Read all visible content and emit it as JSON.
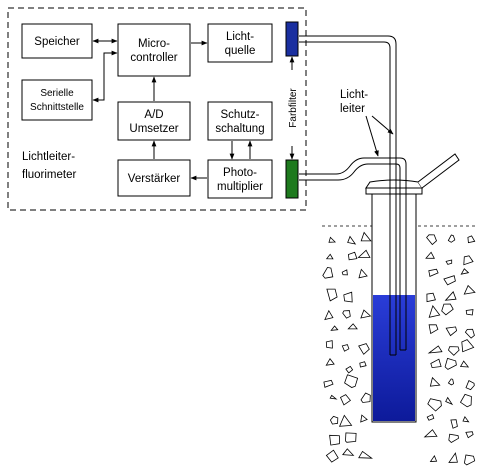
{
  "blocks": {
    "speicher": "Speicher",
    "seriell_1": "Serielle",
    "seriell_2": "Schnittstelle",
    "micro_1": "Micro-",
    "micro_2": "controller",
    "licht_1": "Licht-",
    "licht_2": "quelle",
    "ad_1": "A/D",
    "ad_2": "Umsetzer",
    "schutz_1": "Schutz-",
    "schutz_2": "schaltung",
    "verstaerker": "Verstärker",
    "photo_1": "Photo-",
    "photo_2": "multiplier"
  },
  "labels": {
    "device_1": "Lichtleiter-",
    "device_2": "fluorimeter",
    "farbfilter": "Farbfilter",
    "leiter_1": "Licht-",
    "leiter_2": "leiter"
  },
  "colors": {
    "filter_top": "#1a2fa0",
    "filter_bottom": "#1e7a1e",
    "water_top": "#2a3dd8",
    "water_bottom": "#0d1a9a"
  }
}
